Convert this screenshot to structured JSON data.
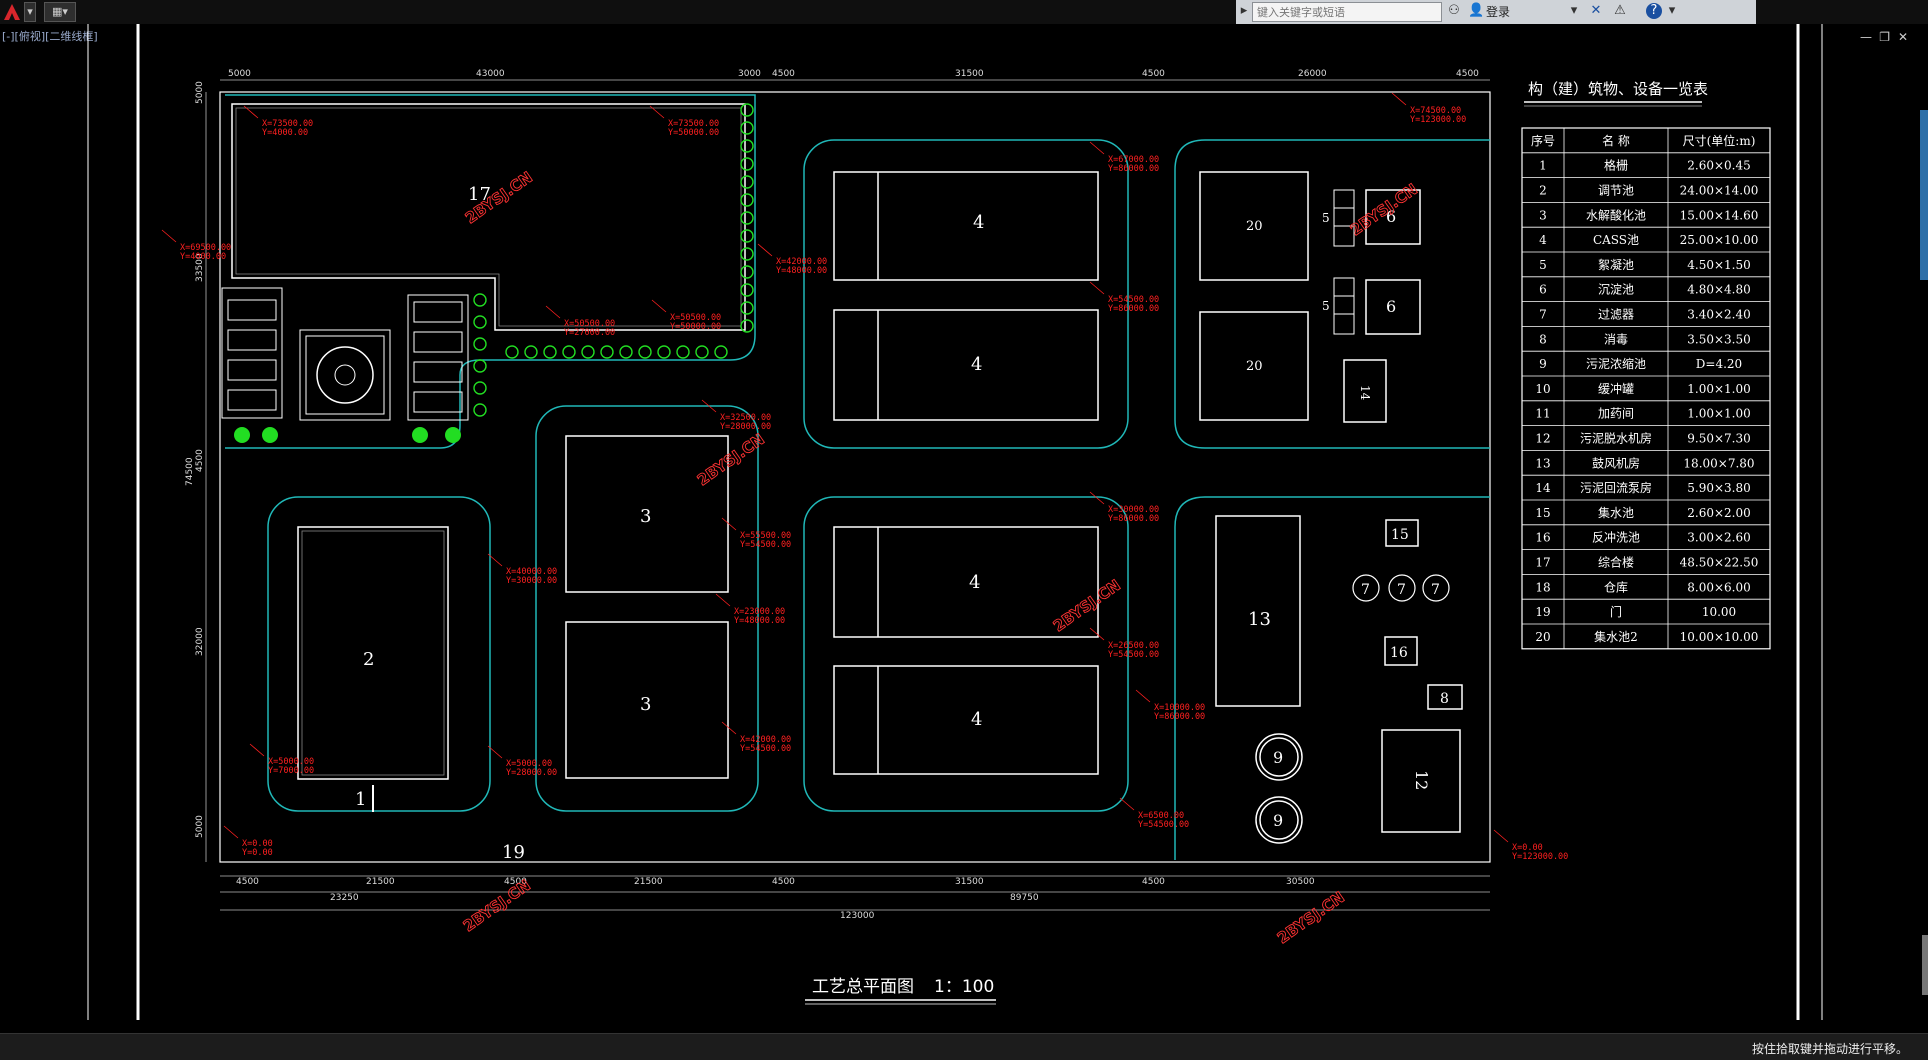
{
  "app": {
    "viewport_label": "[-][俯视][二维线框]",
    "search_placeholder": "键入关键字或短语",
    "login_label": "登录",
    "status_text": "按住拾取键并拖动进行平移。"
  },
  "colors": {
    "background": "#000000",
    "frame": "#ffffff",
    "road": "#20b8b8",
    "label": "#ff2020",
    "tree": "#22dd22",
    "watermark": "#ff3333"
  },
  "drawing": {
    "title": "工艺总平面图",
    "scale": "1：100",
    "watermark": "2BYSJ.CN",
    "dims_top": [
      "5000",
      "43000",
      "3000",
      "4500",
      "31500",
      "4500",
      "26000",
      "4500"
    ],
    "dims_bottom_1": [
      "4500",
      "21500",
      "4500",
      "21500",
      "4500",
      "31500",
      "4500",
      "30500"
    ],
    "dims_bottom_2": [
      "23250",
      "89750"
    ],
    "dims_bottom_3": "123000",
    "dims_left": [
      "5000",
      "33500",
      "74500",
      "4500",
      "32000",
      "5000"
    ],
    "units": [
      {
        "id": "17",
        "label": "17"
      },
      {
        "id": "2",
        "label": "2"
      },
      {
        "id": "1",
        "label": "1"
      },
      {
        "id": "19",
        "label": "19"
      },
      {
        "id": "3a",
        "label": "3"
      },
      {
        "id": "3b",
        "label": "3"
      },
      {
        "id": "4a",
        "label": "4"
      },
      {
        "id": "4b",
        "label": "4"
      },
      {
        "id": "4c",
        "label": "4"
      },
      {
        "id": "4d",
        "label": "4"
      },
      {
        "id": "20a",
        "label": "20"
      },
      {
        "id": "20b",
        "label": "20"
      },
      {
        "id": "5a",
        "label": "5"
      },
      {
        "id": "5b",
        "label": "5"
      },
      {
        "id": "6a",
        "label": "6"
      },
      {
        "id": "6b",
        "label": "6"
      },
      {
        "id": "14",
        "label": "14"
      },
      {
        "id": "13",
        "label": "13"
      },
      {
        "id": "15",
        "label": "15"
      },
      {
        "id": "16",
        "label": "16"
      },
      {
        "id": "7a",
        "label": "7"
      },
      {
        "id": "7b",
        "label": "7"
      },
      {
        "id": "7c",
        "label": "7"
      },
      {
        "id": "8",
        "label": "8"
      },
      {
        "id": "9a",
        "label": "9"
      },
      {
        "id": "9b",
        "label": "9"
      },
      {
        "id": "12",
        "label": "12"
      }
    ],
    "coords": [
      [
        "X=73500.00",
        "Y=4000.00"
      ],
      [
        "X=73500.00",
        "Y=50000.00"
      ],
      [
        "X=69500.00",
        "Y=4000.00"
      ],
      [
        "X=50500.00",
        "Y=27000.00"
      ],
      [
        "X=50500.00",
        "Y=50000.00"
      ],
      [
        "X=32500.00",
        "Y=28000.00"
      ],
      [
        "X=5000.00",
        "Y=7000.00"
      ],
      [
        "X=0.00",
        "Y=0.00"
      ],
      [
        "X=40000.00",
        "Y=30000.00"
      ],
      [
        "X=23000.00",
        "Y=48000.00"
      ],
      [
        "X=5000.00",
        "Y=28000.00"
      ],
      [
        "X=42000.00",
        "Y=48000.00"
      ],
      [
        "X=67000.00",
        "Y=86000.00"
      ],
      [
        "X=54500.00",
        "Y=86000.00"
      ],
      [
        "X=55500.00",
        "Y=54500.00"
      ],
      [
        "X=42000.00",
        "Y=54500.00"
      ],
      [
        "X=30000.00",
        "Y=86000.00"
      ],
      [
        "X=26500.00",
        "Y=54500.00"
      ],
      [
        "X=10000.00",
        "Y=86000.00"
      ],
      [
        "X=6500.00",
        "Y=54500.00"
      ],
      [
        "X=74500.00",
        "Y=123000.00"
      ],
      [
        "X=0.00",
        "Y=123000.00"
      ]
    ]
  },
  "table": {
    "title": "构（建）筑物、设备一览表",
    "headers": [
      "序号",
      "名  称",
      "尺寸(单位:m)"
    ],
    "rows": [
      [
        "1",
        "格栅",
        "2.60×0.45"
      ],
      [
        "2",
        "调节池",
        "24.00×14.00"
      ],
      [
        "3",
        "水解酸化池",
        "15.00×14.60"
      ],
      [
        "4",
        "CASS池",
        "25.00×10.00"
      ],
      [
        "5",
        "絮凝池",
        "4.50×1.50"
      ],
      [
        "6",
        "沉淀池",
        "4.80×4.80"
      ],
      [
        "7",
        "过滤器",
        "3.40×2.40"
      ],
      [
        "8",
        "消毒",
        "3.50×3.50"
      ],
      [
        "9",
        "污泥浓缩池",
        "D=4.20"
      ],
      [
        "10",
        "缓冲罐",
        "1.00×1.00"
      ],
      [
        "11",
        "加药间",
        "1.00×1.00"
      ],
      [
        "12",
        "污泥脱水机房",
        "9.50×7.30"
      ],
      [
        "13",
        "鼓风机房",
        "18.00×7.80"
      ],
      [
        "14",
        "污泥回流泵房",
        "5.90×3.80"
      ],
      [
        "15",
        "集水池",
        "2.60×2.00"
      ],
      [
        "16",
        "反冲洗池",
        "3.00×2.60"
      ],
      [
        "17",
        "综合楼",
        "48.50×22.50"
      ],
      [
        "18",
        "仓库",
        "8.00×6.00"
      ],
      [
        "19",
        "门",
        "10.00"
      ],
      [
        "20",
        "集水池2",
        "10.00×10.00"
      ]
    ]
  }
}
